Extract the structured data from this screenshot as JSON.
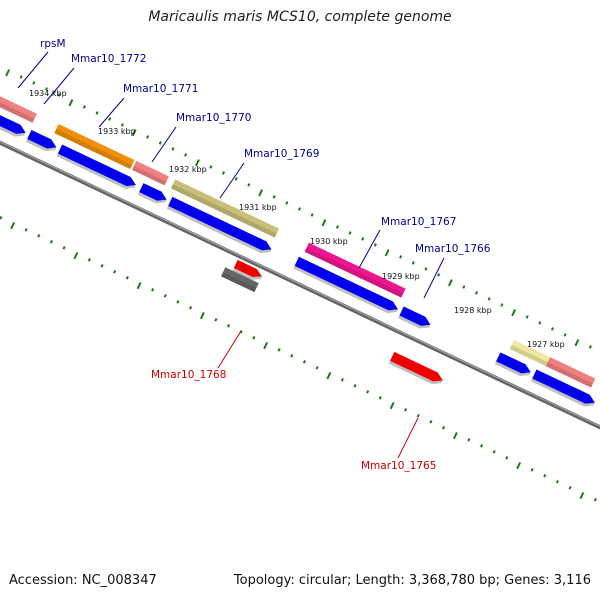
{
  "title": "Maricaulis maris MCS10, complete genome",
  "footer": {
    "accession": "Accession: NC_008347",
    "topology": "Topology: circular; Length: 3,368,780 bp; Genes: 3,116"
  },
  "ruler_labels": [
    "1934 kbp",
    "1933 kbp",
    "1932 kbp",
    "1931 kbp",
    "1930 kbp",
    "1929 kbp",
    "1928 kbp",
    "1927 kbp"
  ],
  "gene_labels_top": [
    "rpsM",
    "Mmar10_1772",
    "Mmar10_1771",
    "Mmar10_1770",
    "Mmar10_1769",
    "Mmar10_1767",
    "Mmar10_1766"
  ],
  "gene_labels_bottom": [
    "Mmar10_1768",
    "Mmar10_1765"
  ],
  "colors": {
    "label_top": "#00008b",
    "label_bottom": "#cc0000",
    "cds": "#0000ee",
    "ruler": "#1a7a1a",
    "backbone": "#888888",
    "salmon": "#f08080",
    "orange": "#f0900a",
    "khaki": "#c8c078",
    "magenta": "#ee1690",
    "paleyellow": "#eee8a0",
    "red": "#ee0000",
    "gray": "#666666"
  }
}
